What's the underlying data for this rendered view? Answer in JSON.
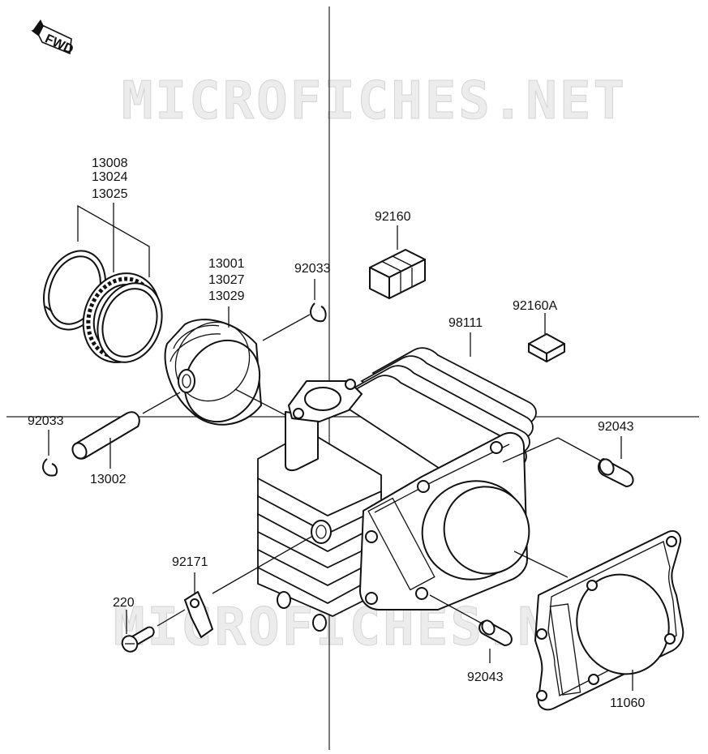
{
  "watermark": {
    "top": "MICROFICHES.NET",
    "bottom": "MICROFICHES.NET"
  },
  "direction_badge": "FWD",
  "parts": {
    "piston_rings": [
      "13008",
      "13024",
      "13025"
    ],
    "piston": [
      "13001",
      "13027",
      "13029"
    ],
    "clip_upper": "92033",
    "clip_left": "92033",
    "piston_pin": "13002",
    "cap_set": "92160",
    "cap_single": "92160A",
    "cylinder": "98111",
    "dowel_right": "92043",
    "dowel_bottom": "92043",
    "gasket": "11060",
    "clamp": "92171",
    "bolt": "220"
  },
  "icons": {
    "arrow": "fwd-arrow-icon"
  }
}
